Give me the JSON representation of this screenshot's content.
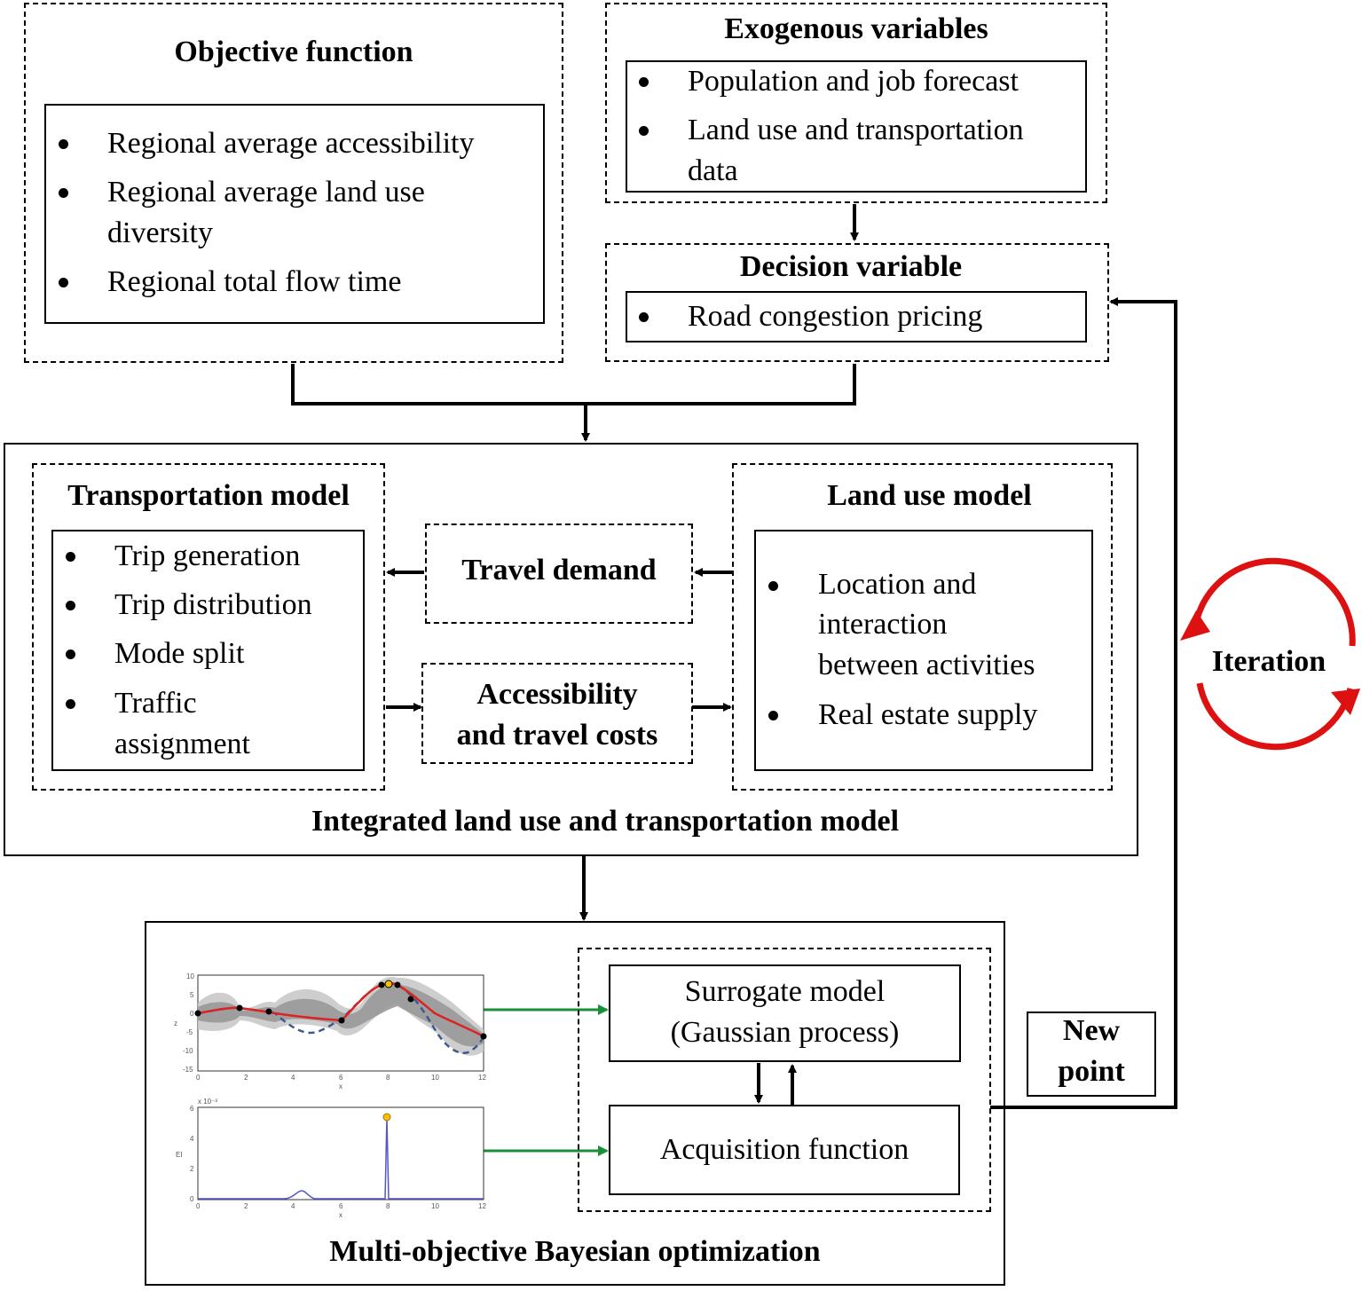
{
  "objective": {
    "title": "Objective function",
    "items": [
      "Regional average accessibility",
      "Regional average land use",
      "diversity",
      "Regional total flow time"
    ]
  },
  "exogenous": {
    "title": "Exogenous variables",
    "items": [
      "Population and job forecast",
      "Land use and transportation",
      "data"
    ]
  },
  "decision": {
    "title": "Decision variable",
    "items": [
      "Road congestion pricing"
    ]
  },
  "integrated": {
    "caption": "Integrated land use and transportation model",
    "transport": {
      "title": "Transportation model",
      "items": [
        "Trip generation",
        "Trip distribution",
        "Mode split",
        "Traffic",
        "assignment"
      ]
    },
    "travel_demand": "Travel demand",
    "accessibility": [
      "Accessibility",
      "and travel costs"
    ],
    "landuse": {
      "title": "Land use model",
      "items": [
        "Location and",
        "interaction",
        "between activities",
        "Real estate supply"
      ]
    }
  },
  "bayes": {
    "caption": "Multi-objective Bayesian optimization",
    "surrogate": [
      "Surrogate model",
      "(Gaussian process)"
    ],
    "acquisition": "Acquisition function",
    "new_point": [
      "New",
      "point"
    ],
    "iteration": "Iteration",
    "plot1": {
      "ylabel": "z",
      "xlabel": "x",
      "yticks": [
        "10",
        "5",
        "0",
        "-5",
        "-10",
        "-15"
      ],
      "xticks": [
        "0",
        "2",
        "4",
        "6",
        "8",
        "10",
        "12"
      ]
    },
    "plot2": {
      "ylabel": "EI",
      "xlabel": "x",
      "exponent": "x 10⁻³",
      "yticks": [
        "6",
        "4",
        "2",
        "0"
      ],
      "xticks": [
        "0",
        "2",
        "4",
        "6",
        "8",
        "10",
        "12"
      ]
    }
  },
  "colors": {
    "green_arrow": "#1a8f3a",
    "red_cycle": "#dd1111",
    "gp_mean": "#dd2222",
    "true_fn": "#3b5a8f",
    "ei_line": "#5555cc"
  }
}
